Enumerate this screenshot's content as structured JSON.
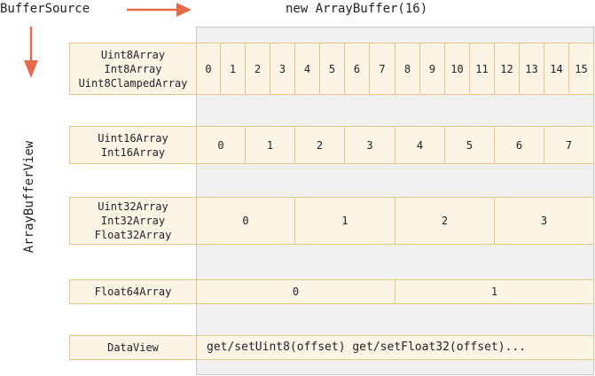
{
  "titles": {
    "buffer_source": "BufferSource",
    "array_buffer": "new ArrayBuffer(16)",
    "array_buffer_view": "ArrayBufferView"
  },
  "colors": {
    "arrow": "#e8694a",
    "cell_fill": "#fcf4e4",
    "cell_border": "#e2c68c",
    "buffer_background": "#f0f0f0"
  },
  "rows": [
    {
      "labels": [
        "Uint8Array",
        "Int8Array",
        "Uint8ClampedArray"
      ],
      "cells": [
        "0",
        "1",
        "2",
        "3",
        "4",
        "5",
        "6",
        "7",
        "8",
        "9",
        "10",
        "11",
        "12",
        "13",
        "14",
        "15"
      ]
    },
    {
      "labels": [
        "Uint16Array",
        "Int16Array"
      ],
      "cells": [
        "0",
        "1",
        "2",
        "3",
        "4",
        "5",
        "6",
        "7"
      ]
    },
    {
      "labels": [
        "Uint32Array",
        "Int32Array",
        "Float32Array"
      ],
      "cells": [
        "0",
        "1",
        "2",
        "3"
      ]
    },
    {
      "labels": [
        "Float64Array"
      ],
      "cells": [
        "0",
        "1"
      ]
    },
    {
      "labels": [
        "DataView"
      ],
      "cells": [
        "get/setUint8(offset) get/setFloat32(offset)..."
      ]
    }
  ]
}
